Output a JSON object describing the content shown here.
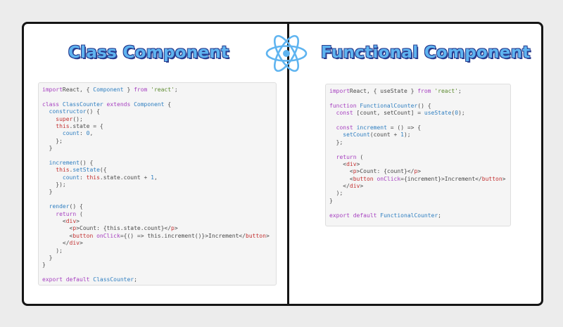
{
  "left": {
    "title": "Class Component",
    "code_lines": [
      [
        [
          "kw",
          "import"
        ],
        [
          "",
          "React, { "
        ],
        [
          "fn",
          "Component"
        ],
        [
          "",
          " } "
        ],
        [
          "kw",
          "from"
        ],
        [
          "str",
          " 'react'"
        ],
        [
          "",
          ";"
        ]
      ],
      [],
      [
        [
          "kw",
          "class"
        ],
        [
          "",
          " "
        ],
        [
          "fn",
          "ClassCounter"
        ],
        [
          "",
          " "
        ],
        [
          "kw",
          "extends"
        ],
        [
          "",
          " "
        ],
        [
          "fn",
          "Component"
        ],
        [
          "",
          " {"
        ]
      ],
      [
        [
          "",
          "  "
        ],
        [
          "fn",
          "constructor"
        ],
        [
          "",
          "() {"
        ]
      ],
      [
        [
          "",
          "    "
        ],
        [
          "ths",
          "super"
        ],
        [
          "",
          "();"
        ]
      ],
      [
        [
          "",
          "    "
        ],
        [
          "ths",
          "this"
        ],
        [
          "",
          ".state = {"
        ]
      ],
      [
        [
          "",
          "      "
        ],
        [
          "prop",
          "count"
        ],
        [
          "",
          ": "
        ],
        [
          "num",
          "0"
        ],
        [
          "",
          ","
        ]
      ],
      [
        [
          "",
          "    };"
        ]
      ],
      [
        [
          "",
          "  }"
        ]
      ],
      [],
      [
        [
          "",
          "  "
        ],
        [
          "fn",
          "increment"
        ],
        [
          "",
          "() {"
        ]
      ],
      [
        [
          "",
          "    "
        ],
        [
          "ths",
          "this"
        ],
        [
          "",
          "."
        ],
        [
          "fn",
          "setState"
        ],
        [
          "",
          "({"
        ]
      ],
      [
        [
          "",
          "      "
        ],
        [
          "prop",
          "count"
        ],
        [
          "",
          ": "
        ],
        [
          "ths",
          "this"
        ],
        [
          "",
          ".state.count + "
        ],
        [
          "num",
          "1"
        ],
        [
          "",
          ","
        ]
      ],
      [
        [
          "",
          "    });"
        ]
      ],
      [
        [
          "",
          "  }"
        ]
      ],
      [],
      [
        [
          "",
          "  "
        ],
        [
          "fn",
          "render"
        ],
        [
          "",
          "() {"
        ]
      ],
      [
        [
          "",
          "    "
        ],
        [
          "kw",
          "return"
        ],
        [
          "",
          " ("
        ]
      ],
      [
        [
          "",
          "      <"
        ],
        [
          "tag",
          "div"
        ],
        [
          "",
          ">"
        ]
      ],
      [
        [
          "",
          "        <"
        ],
        [
          "tag",
          "p"
        ],
        [
          "",
          ">Count: {this.state.count}</"
        ],
        [
          "tag",
          "p"
        ],
        [
          "",
          ">"
        ]
      ],
      [
        [
          "",
          "        <"
        ],
        [
          "tag",
          "button"
        ],
        [
          "",
          " "
        ],
        [
          "attr",
          "onClick"
        ],
        [
          "",
          "={() => this.increment()}>Increment</"
        ],
        [
          "tag",
          "button"
        ],
        [
          "",
          ">"
        ]
      ],
      [
        [
          "",
          "      </"
        ],
        [
          "tag",
          "div"
        ],
        [
          "",
          ">"
        ]
      ],
      [
        [
          "",
          "    );"
        ]
      ],
      [
        [
          "",
          "  }"
        ]
      ],
      [
        [
          "",
          "}"
        ]
      ],
      [],
      [
        [
          "kw",
          "export"
        ],
        [
          "",
          " "
        ],
        [
          "kw",
          "default"
        ],
        [
          "",
          " "
        ],
        [
          "fn",
          "ClassCounter"
        ],
        [
          "",
          ";"
        ]
      ]
    ]
  },
  "right": {
    "title": "Functional Component",
    "code_lines": [
      [
        [
          "kw",
          "import"
        ],
        [
          "",
          "React, { useState } "
        ],
        [
          "kw",
          "from"
        ],
        [
          "str",
          " 'react'"
        ],
        [
          "",
          ";"
        ]
      ],
      [],
      [
        [
          "kw",
          "function"
        ],
        [
          "",
          " "
        ],
        [
          "fn",
          "FunctionalCounter"
        ],
        [
          "",
          "() {"
        ]
      ],
      [
        [
          "",
          "  "
        ],
        [
          "kw",
          "const"
        ],
        [
          "",
          " [count, setCount] = "
        ],
        [
          "fn",
          "useState"
        ],
        [
          "",
          "("
        ],
        [
          "num",
          "0"
        ],
        [
          "",
          ");"
        ]
      ],
      [],
      [
        [
          "",
          "  "
        ],
        [
          "kw",
          "const"
        ],
        [
          "",
          " "
        ],
        [
          "fn",
          "increment"
        ],
        [
          "",
          " = () => {"
        ]
      ],
      [
        [
          "",
          "    "
        ],
        [
          "fn",
          "setCount"
        ],
        [
          "",
          "(count + "
        ],
        [
          "num",
          "1"
        ],
        [
          "",
          ");"
        ]
      ],
      [
        [
          "",
          "  };"
        ]
      ],
      [],
      [
        [
          "",
          "  "
        ],
        [
          "kw",
          "return"
        ],
        [
          "",
          " ("
        ]
      ],
      [
        [
          "",
          "    <"
        ],
        [
          "tag",
          "div"
        ],
        [
          "",
          ">"
        ]
      ],
      [
        [
          "",
          "      <"
        ],
        [
          "tag",
          "p"
        ],
        [
          "",
          ">Count: {count}</"
        ],
        [
          "tag",
          "p"
        ],
        [
          "",
          ">"
        ]
      ],
      [
        [
          "",
          "      <"
        ],
        [
          "tag",
          "button"
        ],
        [
          "",
          " "
        ],
        [
          "attr",
          "onClick"
        ],
        [
          "",
          "={increment}>Increment</"
        ],
        [
          "tag",
          "button"
        ],
        [
          "",
          ">"
        ]
      ],
      [
        [
          "",
          "    </"
        ],
        [
          "tag",
          "div"
        ],
        [
          "",
          ">"
        ]
      ],
      [
        [
          "",
          "  );"
        ]
      ],
      [
        [
          "",
          "}"
        ]
      ],
      [],
      [
        [
          "kw",
          "export"
        ],
        [
          "",
          " "
        ],
        [
          "kw",
          "default"
        ],
        [
          "",
          " "
        ],
        [
          "fn",
          "FunctionalCounter"
        ],
        [
          "",
          ";"
        ]
      ]
    ]
  },
  "colors": {
    "heading": "#5fb4f0",
    "heading_outline": "#2a3d8f",
    "react_logo": "#5fb4f0",
    "frame_border": "#151515"
  },
  "icons": {
    "center": "react-logo-icon"
  }
}
